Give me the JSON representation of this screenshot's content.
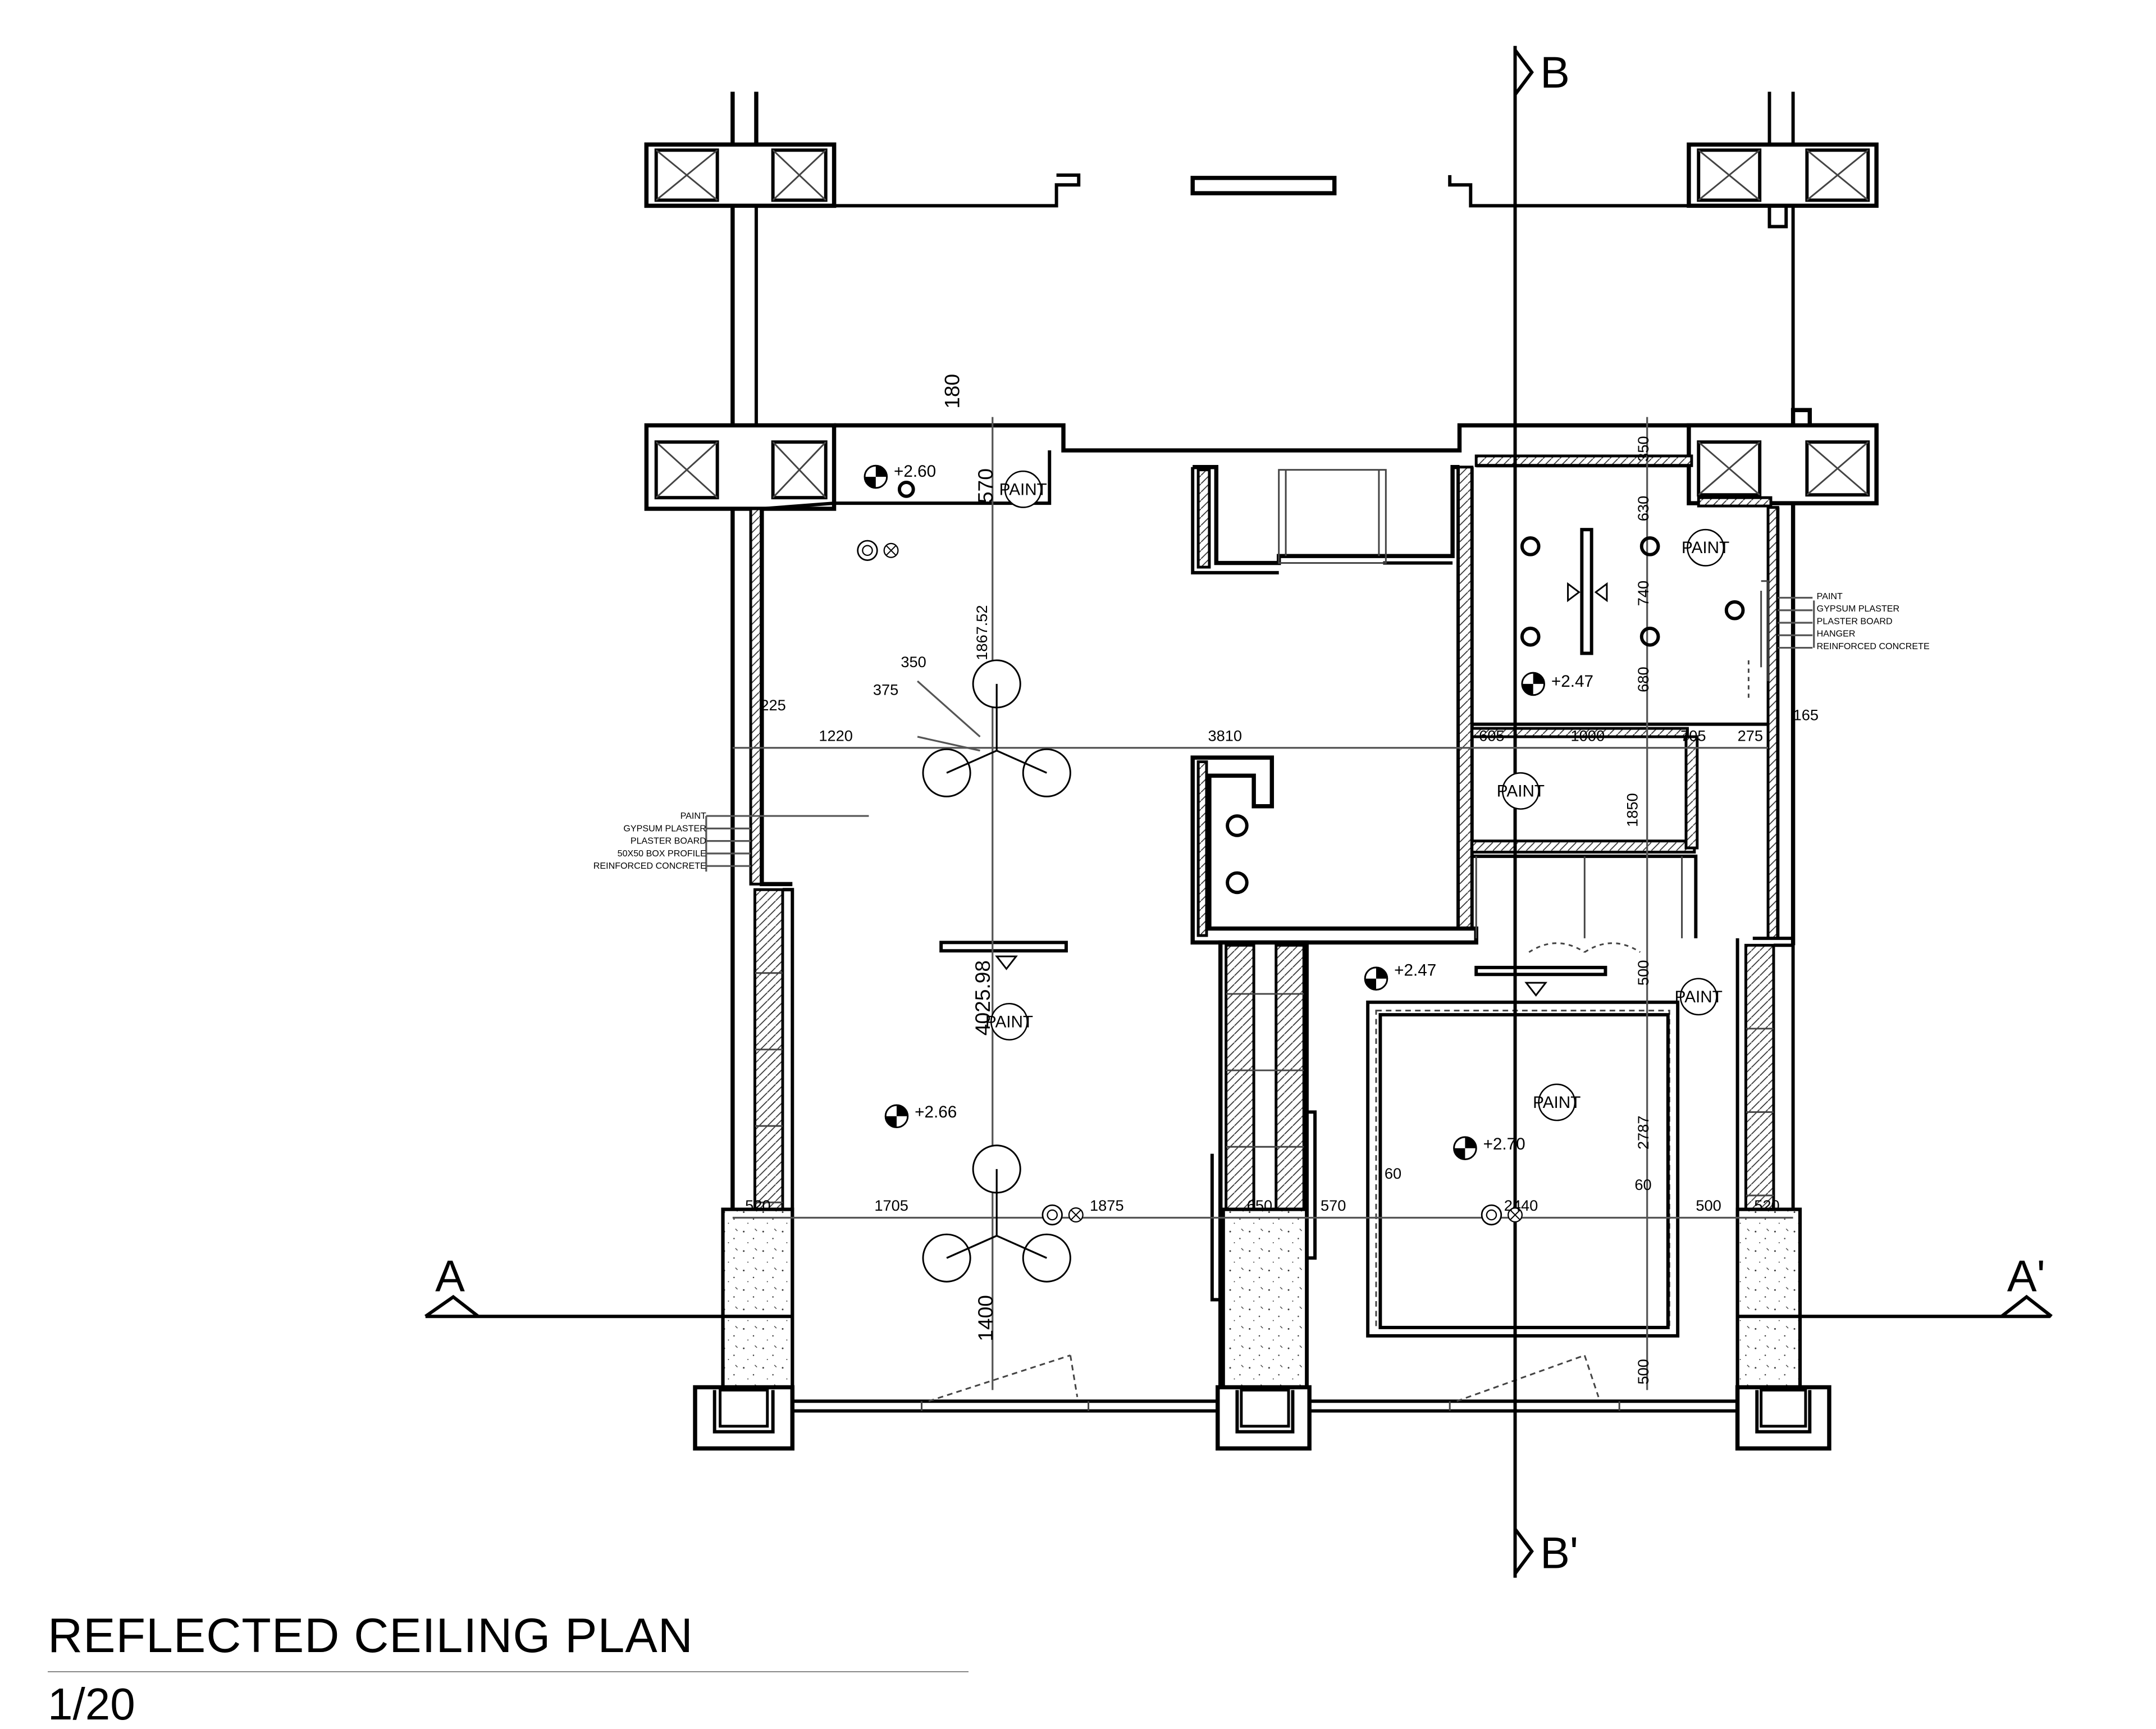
{
  "title": "REFLECTED CEILING PLAN",
  "scale": "1/20",
  "sections": {
    "a": "A",
    "a_prime": "A'",
    "b": "B",
    "b_prime": "B'"
  },
  "levels": [
    "+2.60",
    "+2.47",
    "+2.47",
    "+2.66",
    "+2.70"
  ],
  "paint_label": "PAINT",
  "dimensions": {
    "d180": "180",
    "d570v": "570",
    "d1867": "1867.52",
    "d350": "350",
    "d375": "375",
    "d225": "225",
    "d1220": "1220",
    "d3810": "3810",
    "d4025": "4025.98",
    "d1400": "1400",
    "d520a": "520",
    "d1705": "1705",
    "d1875": "1875",
    "d650": "650",
    "d570h": "570",
    "d60a": "60",
    "d2440": "2440",
    "d60b": "60",
    "d500h": "500",
    "d520b": "520",
    "d2787": "2787",
    "d500v1": "500",
    "d500v2": "500",
    "d350v": "350",
    "d630": "630",
    "d740": "740",
    "d680": "680",
    "d605": "605",
    "d1000": "1000",
    "d705": "705",
    "d275": "275",
    "d165": "165",
    "d1850": "1850"
  },
  "legend_left": [
    "PAINT",
    "GYPSUM PLASTER",
    "PLASTER BOARD",
    "50X50 BOX PROFILE",
    "REINFORCED CONCRETE"
  ],
  "legend_right": [
    "PAINT",
    "GYPSUM PLASTER",
    "PLASTER BOARD",
    "HANGER",
    "REINFORCED CONCRETE"
  ]
}
